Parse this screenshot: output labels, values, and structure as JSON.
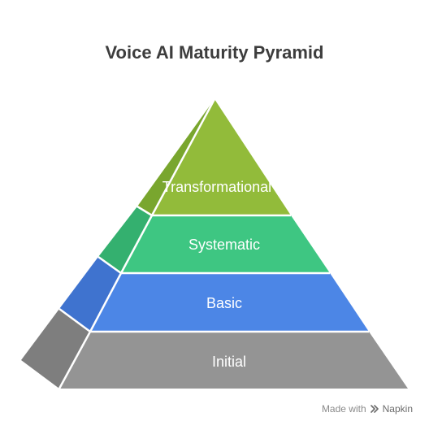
{
  "title": "Voice AI Maturity Pyramid",
  "layers": [
    {
      "label": "Transformational",
      "color": "#92bb3a",
      "side_color": "#79a62e"
    },
    {
      "label": "Systematic",
      "color": "#3ec682",
      "side_color": "#34b06f"
    },
    {
      "label": "Basic",
      "color": "#4c86e6",
      "side_color": "#3f73cf"
    },
    {
      "label": "Initial",
      "color": "#949494",
      "side_color": "#7e7e7e"
    }
  ],
  "watermark": {
    "prefix": "Made with",
    "brand": "Napkin",
    "icon": "napkin-logo-icon"
  }
}
